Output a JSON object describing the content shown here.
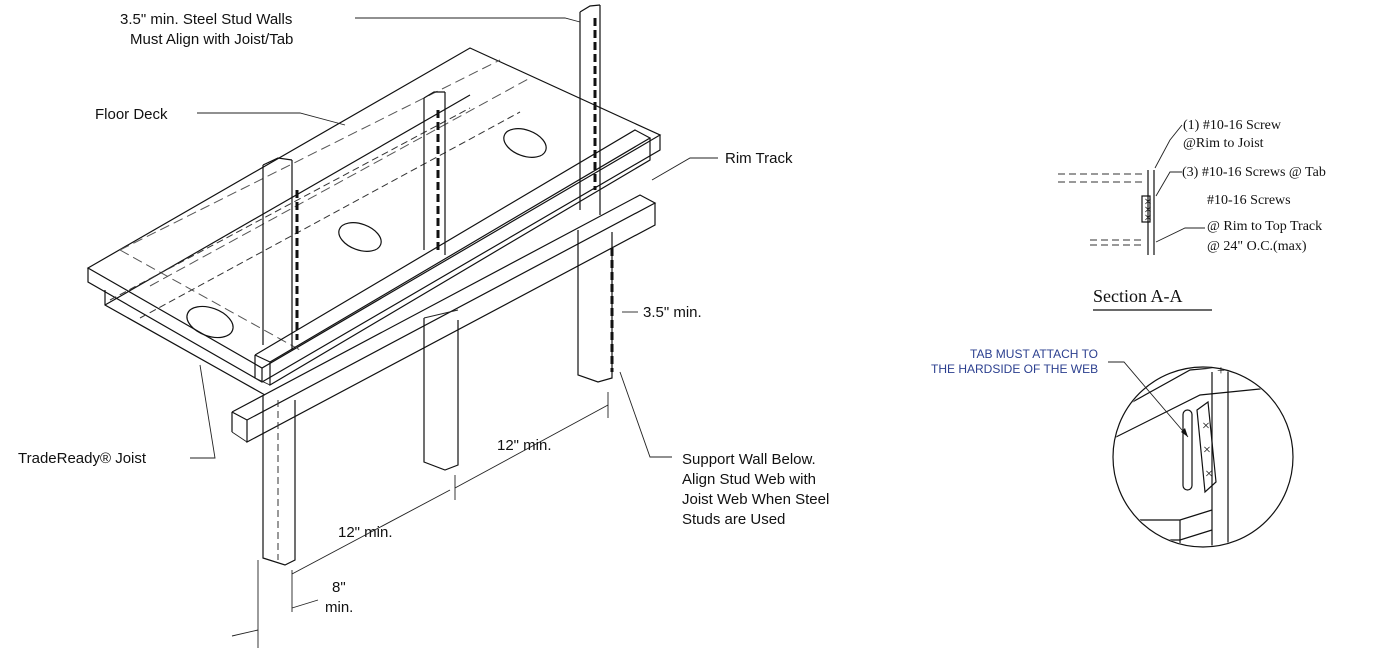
{
  "labels": {
    "stud_walls_1": "3.5\" min. Steel Stud Walls",
    "stud_walls_2": "Must Align with Joist/Tab",
    "floor_deck": "Floor Deck",
    "rim_track": "Rim Track",
    "dim_35_min": "3.5\" min.",
    "tradeready_joist": "TradeReady® Joist",
    "dim_12_min_a": "12\" min.",
    "dim_12_min_b": "12\" min.",
    "dim_8_1": "8\"",
    "dim_8_2": "min.",
    "support_1": "Support Wall Below.",
    "support_2": "Align Stud Web with",
    "support_3": "Joist Web When Steel",
    "support_4": "Studs are Used"
  },
  "section": {
    "screw_1_a": "(1) #10-16 Screw",
    "screw_1_b": "@Rim to Joist",
    "screw_3": "(3) #10-16 Screws @ Tab",
    "screws_rim_a": "#10-16 Screws",
    "screws_rim_b": "@ Rim to Top Track",
    "screws_rim_c": "@ 24\" O.C.(max)",
    "title": "Section A-A"
  },
  "detail": {
    "tab_note_1": "TAB MUST ATTACH TO",
    "tab_note_2": "THE HARDSIDE OF THE WEB"
  }
}
